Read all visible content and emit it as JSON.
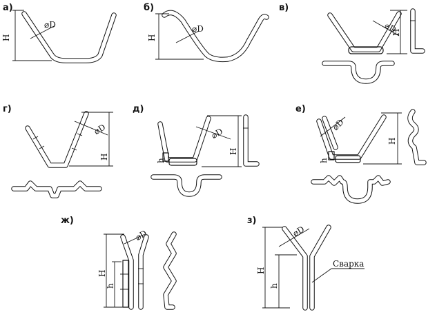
{
  "panels": {
    "a": {
      "label": "а)",
      "dim_h": "H",
      "dim_d": "⌀D"
    },
    "b": {
      "label": "б)",
      "dim_h": "H",
      "dim_d": "⌀D"
    },
    "v": {
      "label": "в)",
      "dim_h": "H",
      "dim_d": "⌀D"
    },
    "g": {
      "label": "г)",
      "dim_h": "H",
      "dim_d": "⌀D"
    },
    "d": {
      "label": "д)",
      "dim_h": "H",
      "dim_h_small": "h",
      "dim_d": "⌀D"
    },
    "e": {
      "label": "е)",
      "dim_h": "H",
      "dim_h_small": "h",
      "dim_d": "⌀D"
    },
    "zh": {
      "label": "ж)",
      "dim_h": "H",
      "dim_h_small": "h",
      "dim_d": "⌀D"
    },
    "z": {
      "label": "з)",
      "dim_h": "H",
      "dim_h_small": "h",
      "dim_d": "⌀D",
      "weld": "Сварка"
    }
  }
}
